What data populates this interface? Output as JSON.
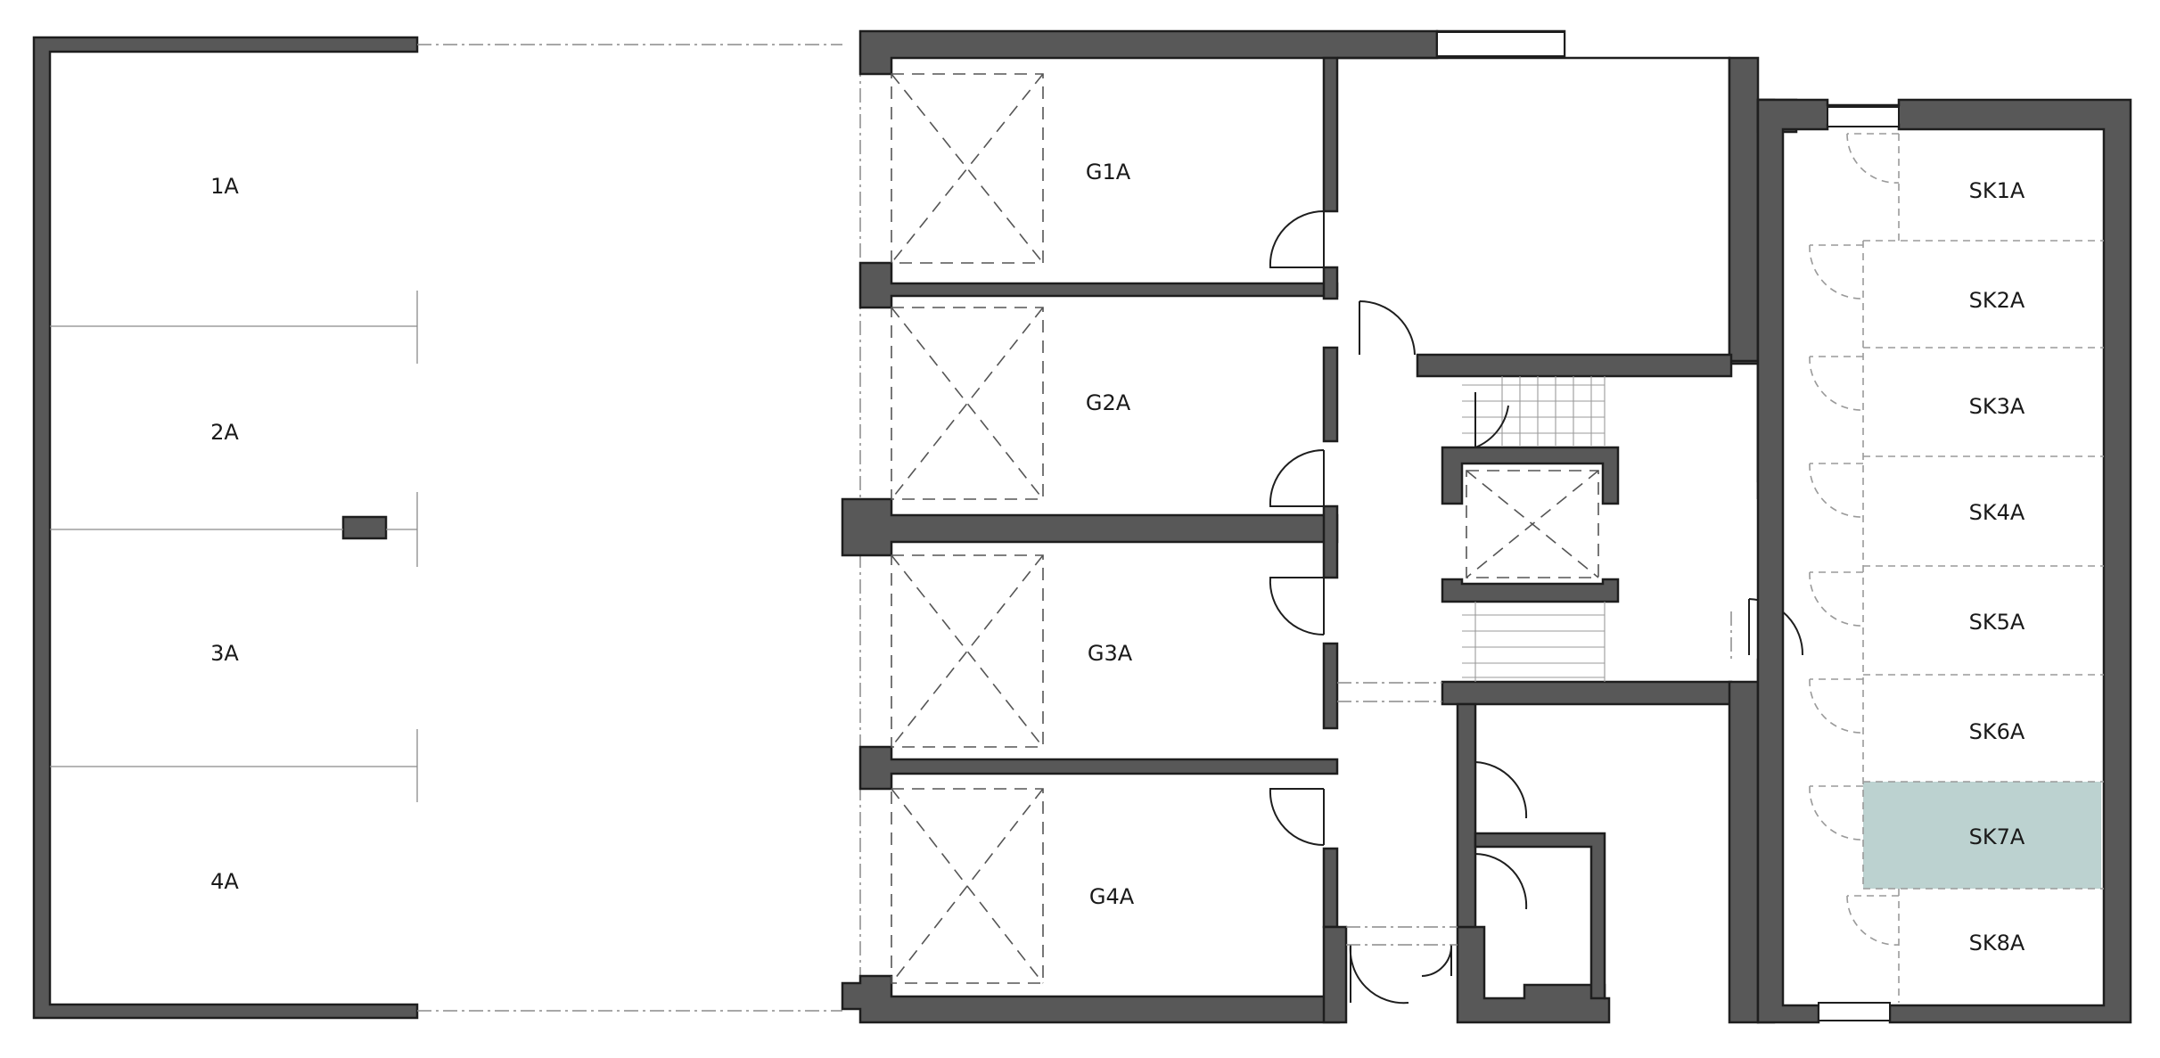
{
  "plan": {
    "parking_spaces": [
      "1A",
      "2A",
      "3A",
      "4A"
    ],
    "garages": [
      "G1A",
      "G2A",
      "G3A",
      "G4A"
    ],
    "storage_rooms": [
      "SK1A",
      "SK2A",
      "SK3A",
      "SK4A",
      "SK5A",
      "SK6A",
      "SK7A",
      "SK8A"
    ],
    "highlighted_unit": "SK7A",
    "highlight_color": "#bcd2d0",
    "wall_color": "#585858"
  }
}
